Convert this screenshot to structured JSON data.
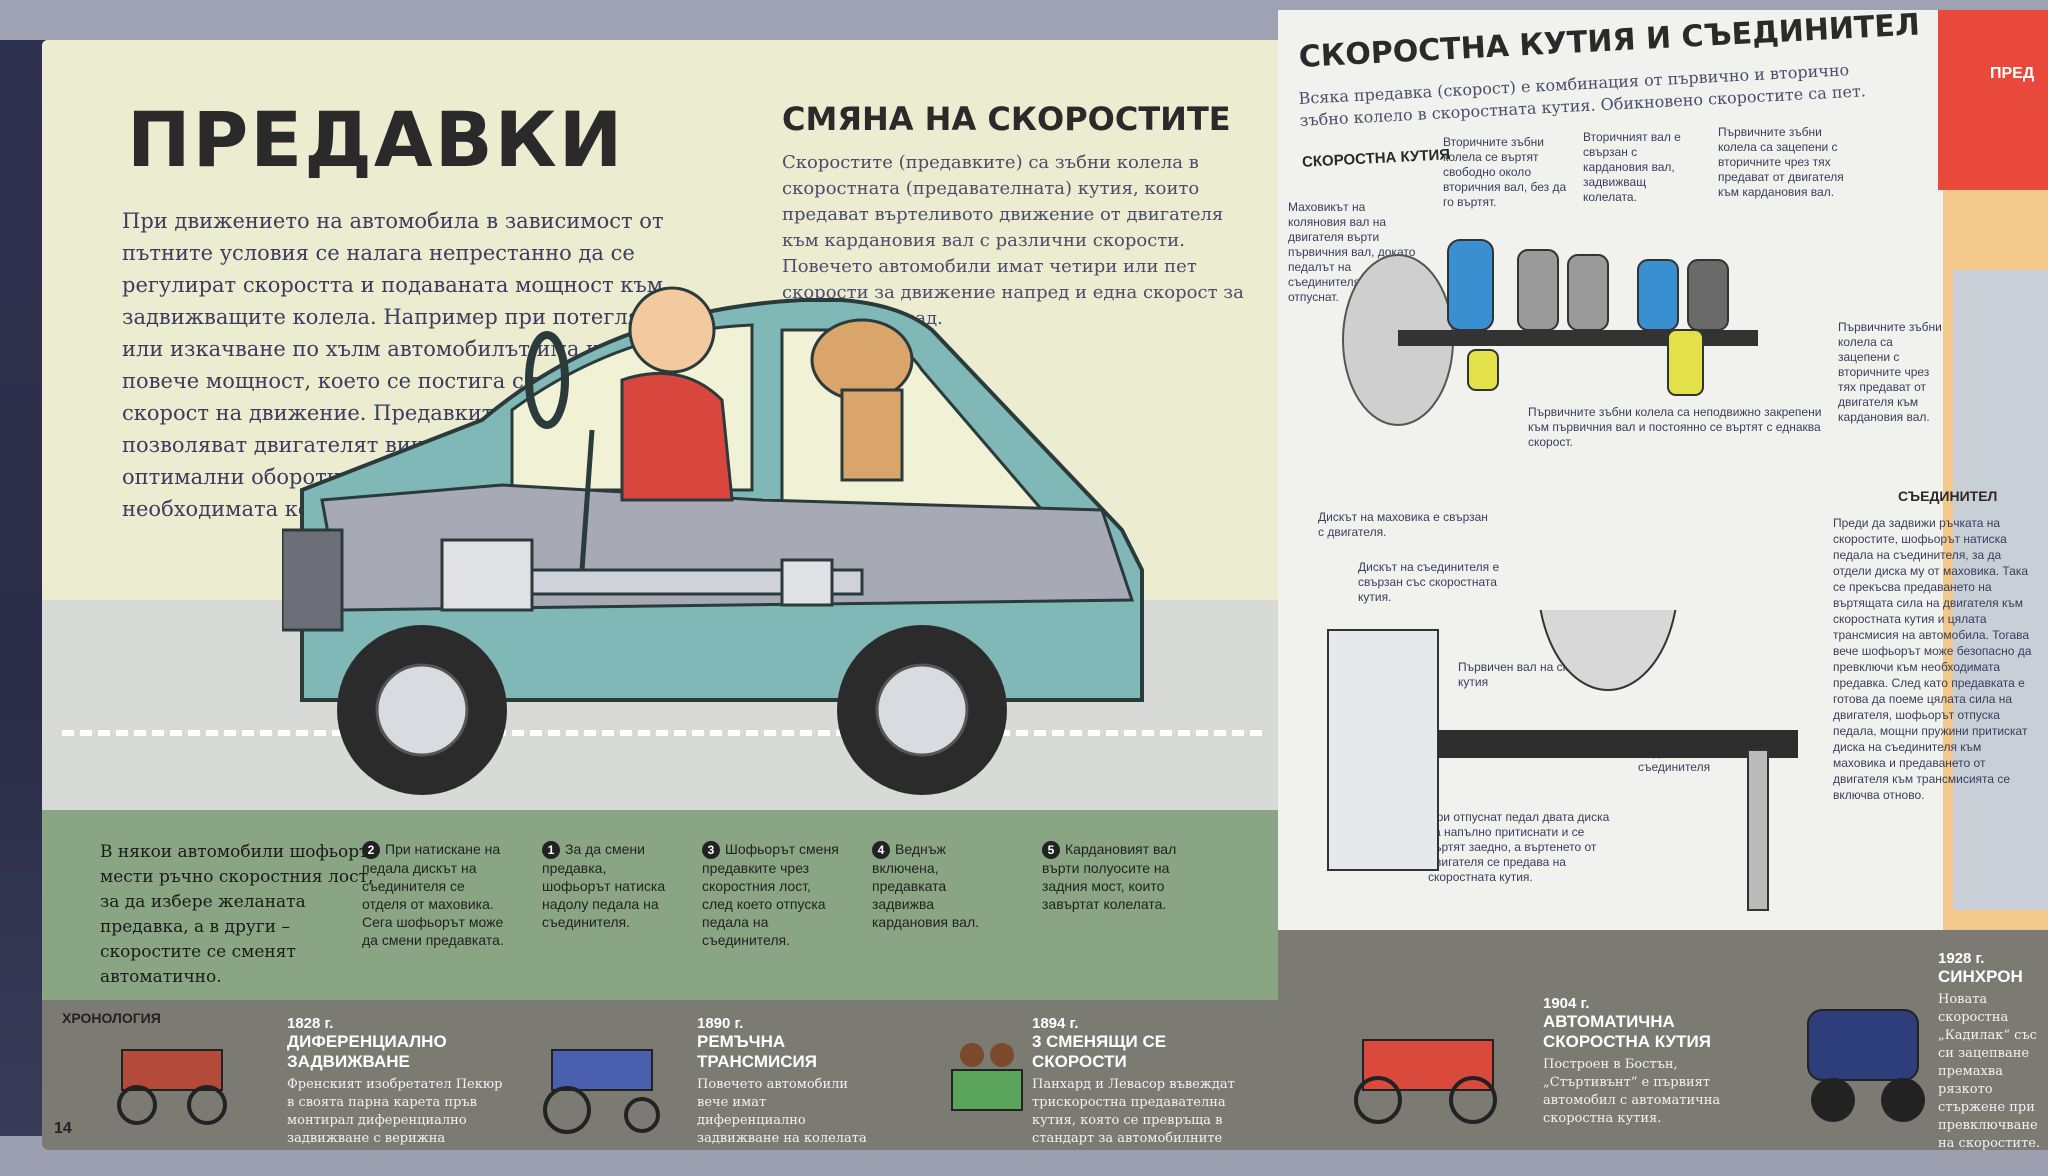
{
  "left_page": {
    "title": "ПРЕДАВКИ",
    "intro": "При движението на автомобила в зависимост от пътните условия се налага непрестанно да се регулират скоростта и подаваната мощност към задвижващите колела. Например при потегляне или изкачване по хълм автомобилът има нужда от повече мощност, което се постига с по-малка скорост на движение. Предавките (скоростите) позволяват двигателят винаги да работи с оптимални обороти, за да получават колелата необходимата комбинация от мощност и скорост.",
    "shift_title": "СМЯНА НА СКОРОСТИТЕ",
    "shift_text": "Скоростите (предавките) са зъбни колела в скоростната (предавателната) кутия, които предават въртеливото движение от двигателя към кардановия вал с различни скорости. Повечето автомобили имат четири или пет скорости за движение напред и една скорост за движение назад.",
    "bottom_note": "В някои автомобили шофьорът мести ръчно скоростния лост, за да избере желаната предавка, а в други – скоростите се сменят автоматично.",
    "captions": [
      {
        "num": "2",
        "text": "При натискане на педала дискът на съединителя се отделя от маховика. Сега шофьорът може да смени предавката."
      },
      {
        "num": "1",
        "text": "За да смени предавка, шофьорът натиска надолу педала на съединителя."
      },
      {
        "num": "3",
        "text": "Шофьорът сменя предавките чрез скоростния лост, след което отпуска педала на съединителя."
      },
      {
        "num": "4",
        "text": "Веднъж включена, предавката задвижва кардановия вал."
      },
      {
        "num": "5",
        "text": "Кардановият вал върти полуосите на задния мост, които завъртат колелата."
      }
    ],
    "page_number": "14"
  },
  "timeline": {
    "label": "ХРОНОЛОГИЯ",
    "items": [
      {
        "year": "1828 г.",
        "heading": "ДИФЕРЕНЦИАЛНО ЗАДВИЖВАНЕ",
        "text": "Френският изобретател Пекюр в своята парна карета пръв монтирал диференциално задвижване с верижна предавка към задвижващите колела."
      },
      {
        "year": "1890 г.",
        "heading": "РЕМЪЧНА ТРАНСМИСИЯ",
        "text": "Повечето автомобили вече имат диференциално задвижване на колелата с ремъчна трансмисия от двигателя."
      },
      {
        "year": "1894 г.",
        "heading": "3 СМЕНЯЩИ СЕ СКОРОСТИ",
        "text": "Панхард и Левасор въвеждат трискоростна предавателна кутия, която се превръща в стандарт за автомобилните трансмисии."
      },
      {
        "year": "1904 г.",
        "heading": "АВТОМАТИЧНА СКОРОСТНА КУТИЯ",
        "text": "Построен в Бостън, „Стъртивънт“ е първият автомобил с автоматична скоростна кутия."
      },
      {
        "year": "1928 г.",
        "heading": "СИНХРОН",
        "text": "Новата скоростна „Кадилак“ със си зацепване премахва рязкото стържене при превключване на скоростите."
      }
    ]
  },
  "right_page": {
    "title": "СКОРОСТНА КУТИЯ И СЪЕДИНИТЕЛ",
    "intro": "Всяка предавка (скорост) е комбинация от първично и вторично зъбно колело в скоростната кутия. Обикновено скоростите са пет.",
    "subheading_gearbox": "СКОРОСТНА КУТИЯ",
    "notes": [
      {
        "id": "flywheel",
        "text": "Маховикът на коляновия вал на двигателя върти първичния вал, докато педалът на съединителя не е отпуснат."
      },
      {
        "id": "secondary",
        "text": "Вторичните зъбни колела се въртят свободно около вторичния вал, без да го въртят."
      },
      {
        "id": "secondary-shaft",
        "text": "Вторичният вал е свързан с кардановия вал, задвижващ колелата."
      },
      {
        "id": "primary",
        "text": "Първичните зъбни колела са неподвижно закрепени към първичния вал и постоянно се въртят с еднаква скорост."
      },
      {
        "id": "engaged",
        "text": "Първичните зъбни колела са зацепени с вторичните чрез тях предават от двигателя към кардановия вал."
      },
      {
        "id": "disc",
        "text": "Дискът на маховика е свързан с двигателя."
      },
      {
        "id": "clutch-disc",
        "text": "Дискът на съединителя е свързан със скоростната кутия."
      },
      {
        "id": "primary-shaft",
        "text": "Първичен вал на скоростната кутия"
      },
      {
        "id": "pedal",
        "text": "Педал на съединителя"
      },
      {
        "id": "released",
        "text": "При отпуснат педал двата диска са напълно притиснати и се въртят заедно, а въртенето от двигателя се предава на скоростната кутия."
      }
    ],
    "subheading_clutch": "СЪЕДИНИТЕЛ",
    "clutch_text": "Преди да задвижи ръчката на скоростите, шофьорът натиска педала на съединителя, за да отдели диска му от маховика. Така се прекъсва предаването на въртящата сила на двигателя към скоростната кутия и цялата трансмисия на автомобила. Тогава вече шофьорът може безопасно да превключи към необходимата предавка. След като предавката е готова да поеме цялата сила на двигателя, шофьорът отпуска педала, мощни пружини притискат диска на съединителя към маховика и предаването от двигателя към трансмисията се включва отново.",
    "side_title": "ПРЕД"
  },
  "colors": {
    "page_left": "#eaeccd",
    "grass": "#8aa583",
    "road": "#d7dad6",
    "timeline": "#7b7b73",
    "car_body": "#7fb8b6",
    "accent_red": "#e8493b"
  }
}
